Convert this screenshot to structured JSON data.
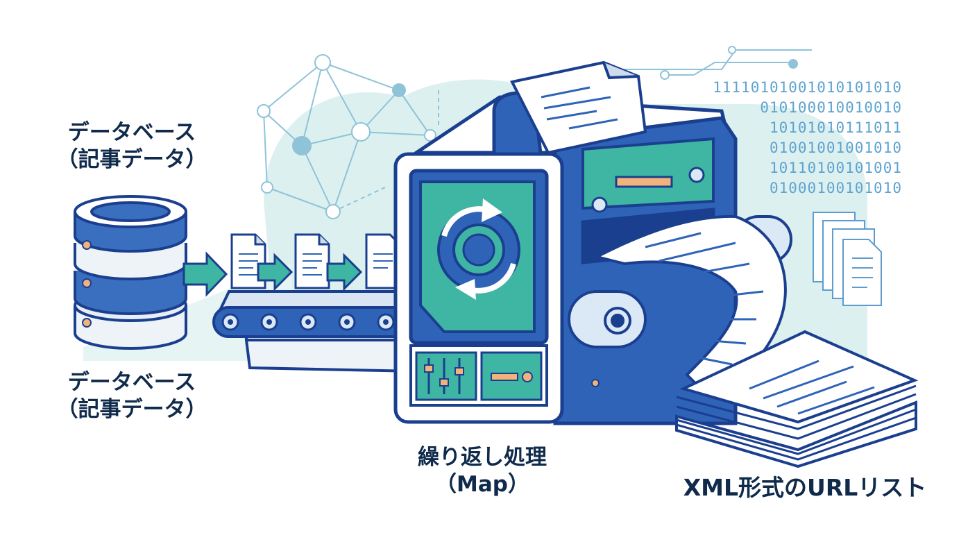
{
  "labels": {
    "db_top_line1": "データベース",
    "db_top_line2": "（記事データ）",
    "db_bottom_line1": "データベース",
    "db_bottom_line2": "（記事データ）",
    "map_line1": "繰り返し処理",
    "map_line2": "（Map）",
    "xml_list": "XML形式のURLリスト"
  },
  "binary_lines": [
    "11110101001010101010",
    "010100010010010",
    "10101010111011",
    "01001001001010",
    "10110100101001",
    "01000100101010"
  ],
  "icons": {
    "database": "database-icon",
    "document": "document-icon",
    "arrow": "arrow-right-icon",
    "cycle": "refresh-cycle-icon",
    "network": "network-graph-icon",
    "machine": "processing-machine-icon"
  },
  "colors": {
    "navy": "#1b3f8f",
    "blue": "#2f63b8",
    "teal": "#3fb5a3",
    "light_teal": "#d7efee",
    "orange": "#f2b27c",
    "ink": "#0f2a4a"
  }
}
